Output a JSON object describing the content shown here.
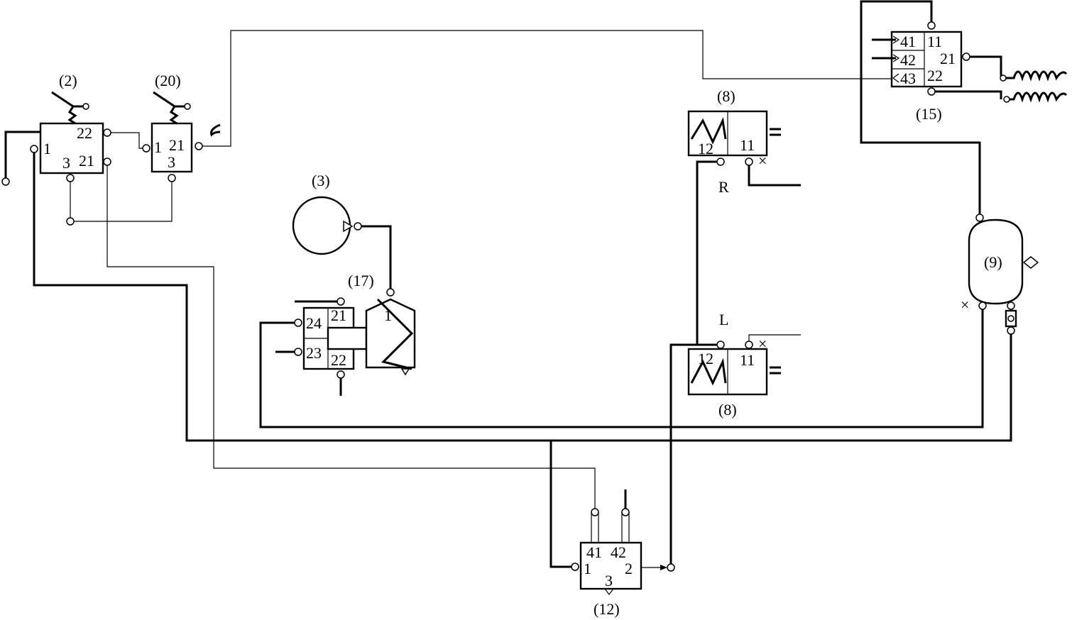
{
  "components": {
    "c2": {
      "tag": "(2)",
      "ports": [
        "1",
        "22",
        "3",
        "21"
      ]
    },
    "c20": {
      "tag": "(20)",
      "ports": [
        "1",
        "21",
        "3"
      ]
    },
    "c3": {
      "tag": "(3)"
    },
    "c17": {
      "tag": "(17)",
      "ports": [
        "24",
        "21",
        "23",
        "22",
        "1"
      ]
    },
    "c8_top": {
      "tag": "(8)",
      "ports": [
        "12",
        "11"
      ],
      "side": "R"
    },
    "c8_bottom": {
      "tag": "(8)",
      "ports": [
        "12",
        "11"
      ],
      "side": "L"
    },
    "c15": {
      "tag": "(15)",
      "ports": [
        "41",
        "42",
        "43",
        "11",
        "21",
        "22"
      ]
    },
    "c9": {
      "tag": "(9)"
    },
    "c12": {
      "tag": "(12)",
      "ports": [
        "41",
        "42",
        "1",
        "2",
        "3"
      ]
    }
  },
  "colors": {
    "line": "#000000",
    "background": "#ffffff"
  }
}
